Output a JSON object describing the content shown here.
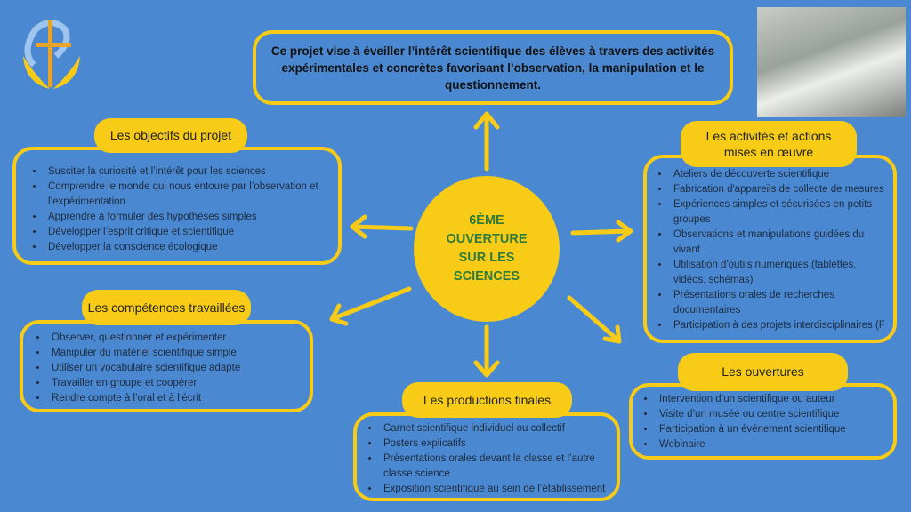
{
  "intro": "Ce projet vise à éveiller l’intérêt scientifique des élèves à travers des activités expérimentales et concrètes favorisant l’observation, la manipulation et le questionnement.",
  "center": {
    "line1": "6ÈME",
    "line2": "OUVERTURE",
    "line3": "SUR LES",
    "line4": "SCIENCES"
  },
  "objectifs": {
    "title": "Les objectifs du projet",
    "items": [
      "Susciter la curiosité et l’intérêt pour les sciences",
      "Comprendre le monde qui nous entoure par l’observation et l’expérimentation",
      "Apprendre à formuler des hypothèses simples",
      "Développer l’esprit critique et scientifique",
      "Développer la conscience écologique"
    ]
  },
  "competences": {
    "title": "Les compétences travaillées",
    "items": [
      "Observer, questionner et expérimenter",
      "Manipuler du matériel scientifique simple",
      "Utiliser un vocabulaire scientifique adapté",
      "Travailler en groupe et coopérer",
      "Rendre compte à l’oral et à l’écrit"
    ]
  },
  "activites": {
    "title": "Les activités et actions mises en œuvre",
    "items": [
      "Ateliers de découverte scientifique",
      "Fabrication d'appareils de collecte de mesures",
      "Expériences simples et sécurisées en petits groupes",
      "Observations et manipulations guidées du vivant",
      "Utilisation d'outils numériques (tablettes, vidéos, schémas)",
      "Présentations orales de recherches documentaires",
      "Participation à des projets interdisciplinaires (F"
    ]
  },
  "ouvertures": {
    "title": "Les ouvertures",
    "items": [
      "Intervention d’un scientifique ou auteur",
      "Visite d’un musée ou centre scientifique",
      "Participation à un événement scientifique",
      "Webinaire"
    ]
  },
  "productions": {
    "title": "Les productions finales",
    "items": [
      "Carnet scientifique individuel ou collectif",
      "Posters explicatifs",
      "Présentations orales devant la classe et l’autre classe science",
      "Exposition scientifique au sein de l’établissement"
    ]
  }
}
